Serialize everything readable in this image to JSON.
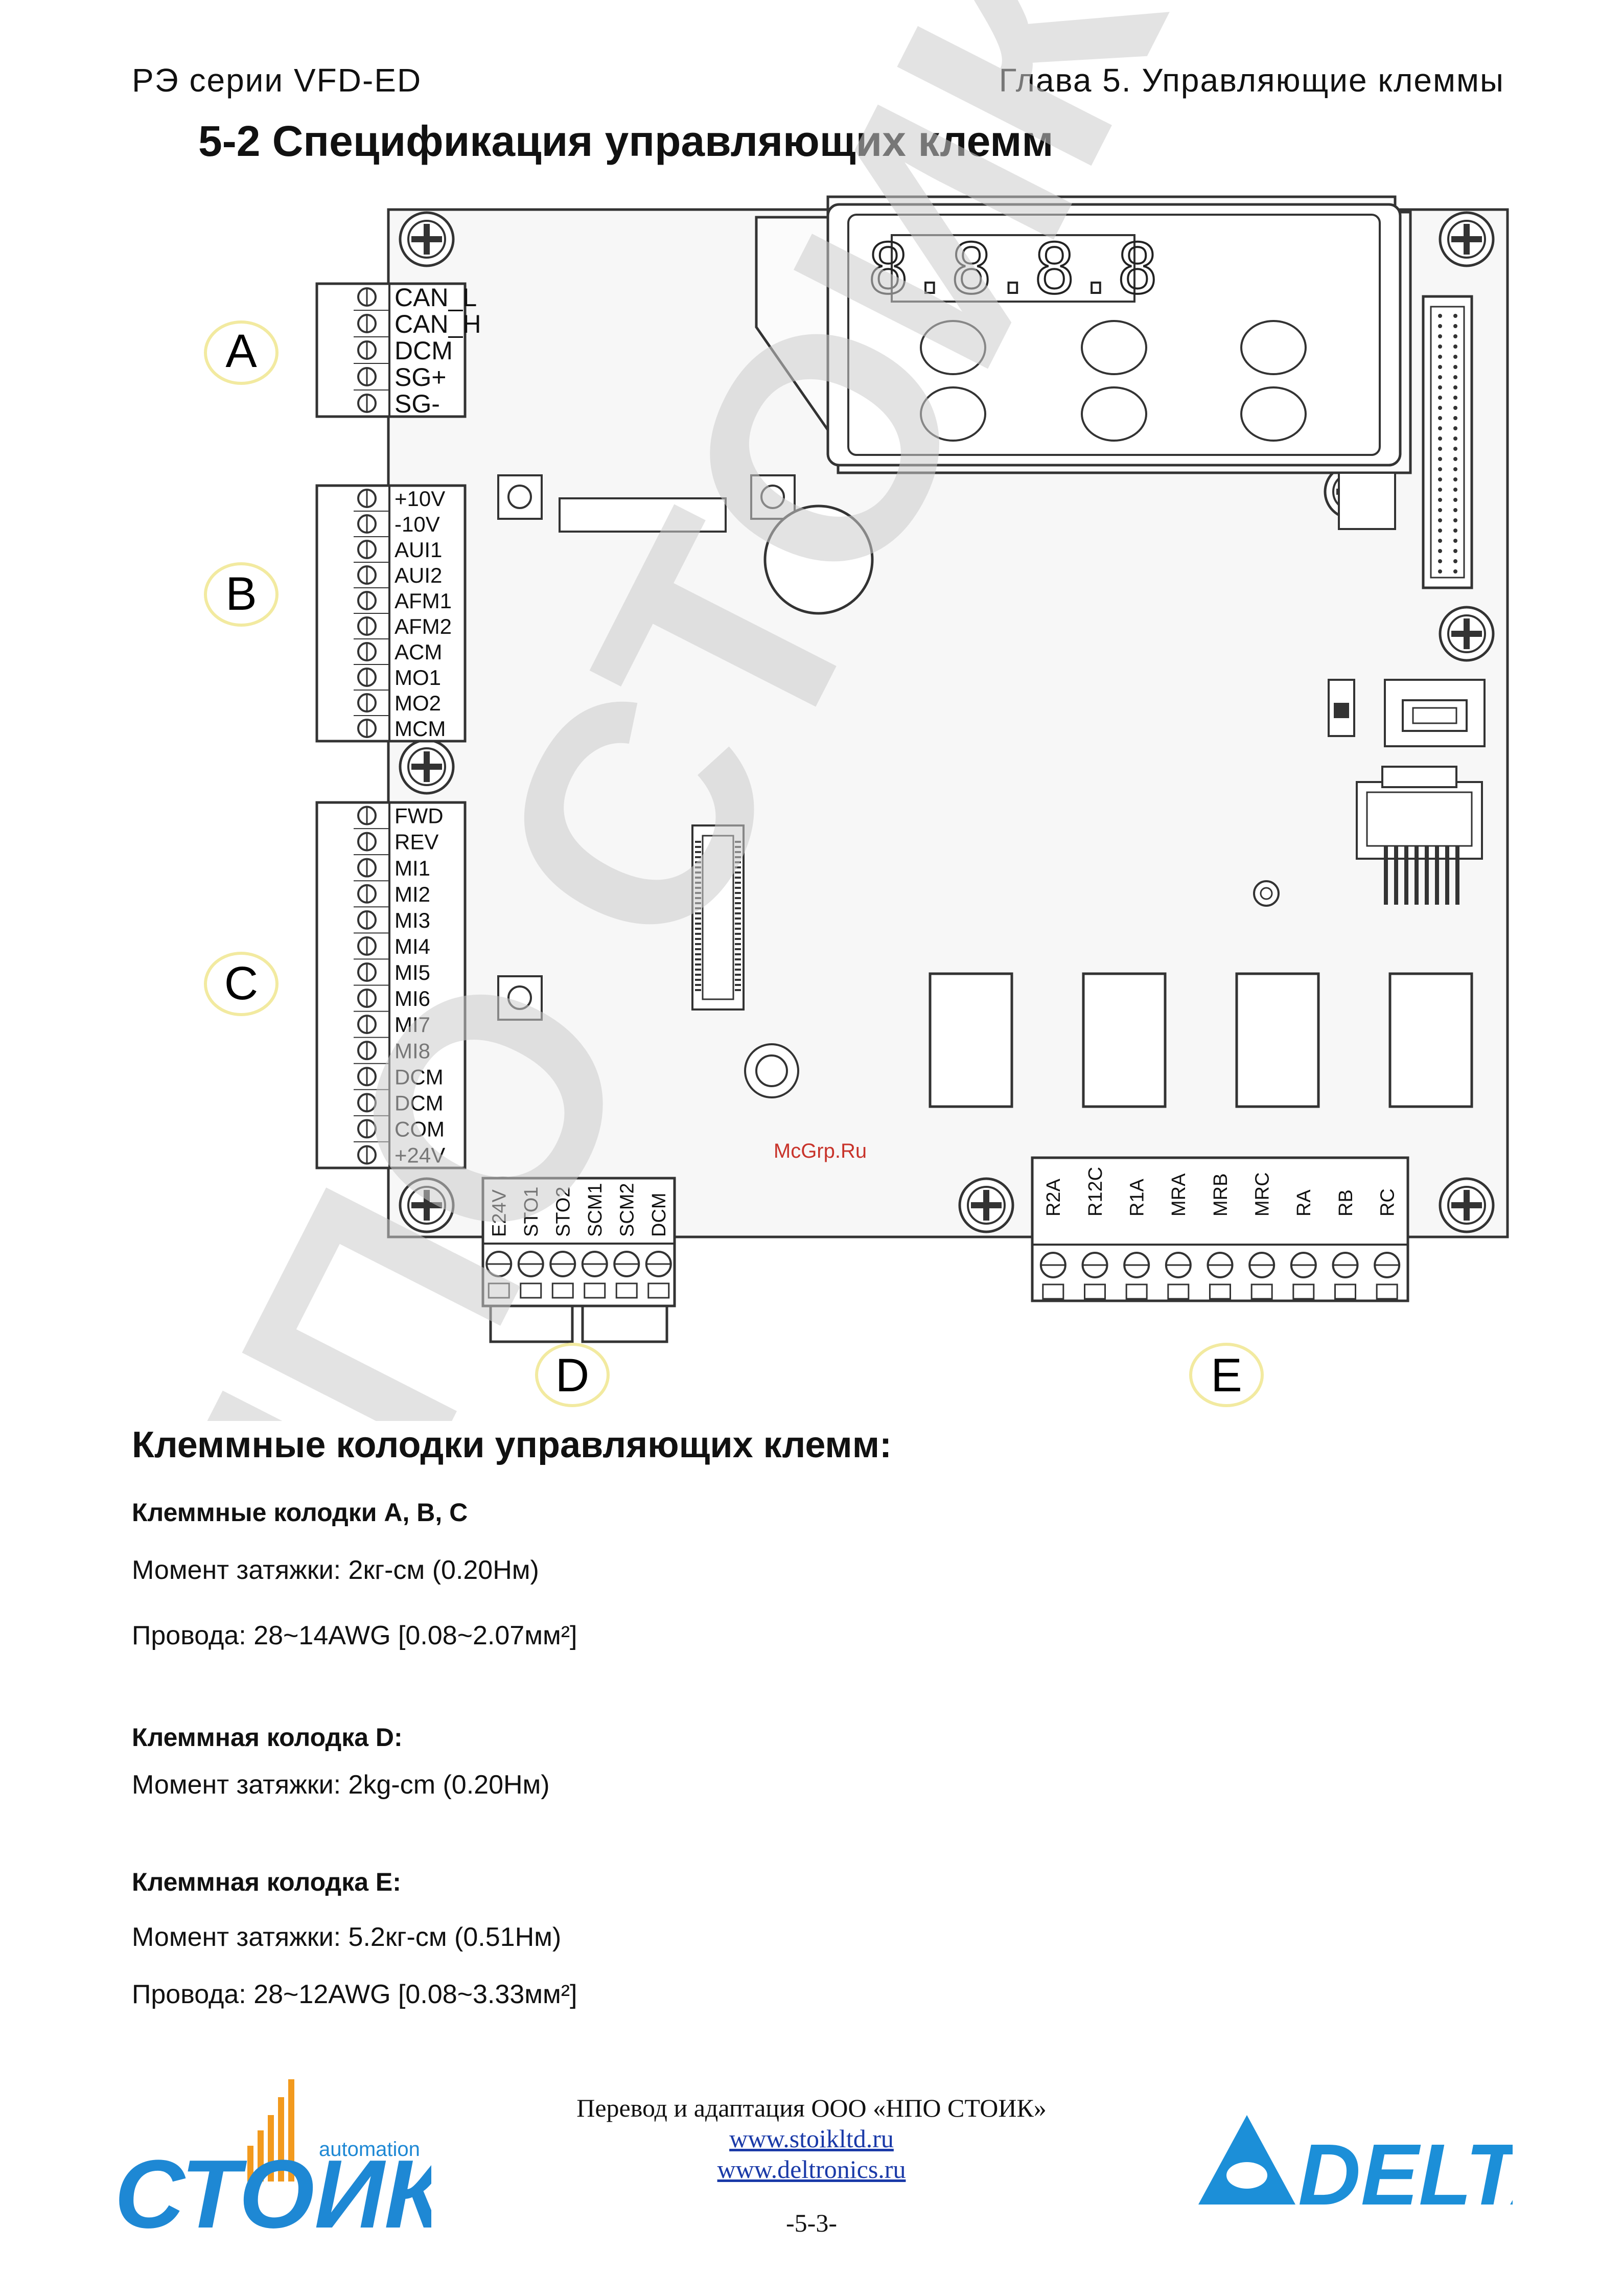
{
  "header": {
    "left": "РЭ серии VFD-ED",
    "right": "Глава 5. Управляющие клеммы"
  },
  "title": "5-2 Спецификация управляющих клемм",
  "diagram": {
    "display_digits": "8.8.8.8",
    "group_letters": {
      "a": "A",
      "b": "B",
      "c": "C",
      "d": "D",
      "e": "E"
    },
    "block_a": [
      "CAN_L",
      "CAN_H",
      "DCM",
      "SG+",
      "SG-"
    ],
    "block_b": [
      "+10V",
      "-10V",
      "AUI1",
      "AUI2",
      "AFM1",
      "AFM2",
      "ACM",
      "MO1",
      "MO2",
      "MCM"
    ],
    "block_c": [
      "FWD",
      "REV",
      "MI1",
      "MI2",
      "MI3",
      "MI4",
      "MI5",
      "MI6",
      "MI7",
      "MI8",
      "DCM",
      "DCM",
      "COM",
      "+24V"
    ],
    "block_d": [
      "E24V",
      "STO1",
      "STO2",
      "SCM1",
      "SCM2",
      "DCM"
    ],
    "block_e": [
      "R2A",
      "R12C",
      "R1A",
      "MRA",
      "MRB",
      "MRC",
      "RA",
      "RB",
      "RC"
    ],
    "watermark": "НПО СТОИК",
    "site_mark": "McGrp.Ru"
  },
  "section_title": "Клеммные колодки управляющих клемм:",
  "abc": {
    "heading": "Клеммные колодки A, B, C",
    "torque": "Момент затяжки: 2кг-см (0.20Нм)",
    "wire": "Провода: 28~14AWG [0.08~2.07мм²]"
  },
  "d": {
    "heading": "Клеммная колодка D:",
    "torque": "Момент затяжки: 2kg-cm (0.20Нм)"
  },
  "e": {
    "heading": "Клеммная колодка E:",
    "torque": "Момент затяжки: 5.2кг-см (0.51Нм)",
    "wire": "Провода: 28~12AWG [0.08~3.33мм²]"
  },
  "footer": {
    "translation": "Перевод и адаптация ООО «НПО СТОИК»",
    "link1": "www.stoikltd.ru",
    "link2": "www.deltronics.ru",
    "page": "-5-3-",
    "stoik_logo_text": "СТОИК",
    "stoik_logo_sub": "automation",
    "delta_logo_text": "DELTA"
  },
  "colors": {
    "stoik_blue": "#1e88d4",
    "stoik_orange": "#f29a1e",
    "delta_blue": "#1c8fd8",
    "watermark": "#cccccc"
  }
}
